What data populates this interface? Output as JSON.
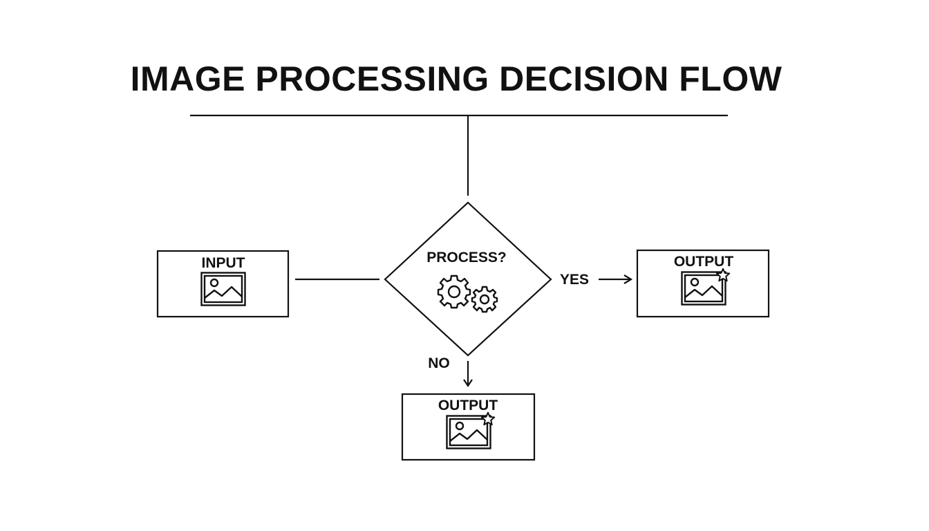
{
  "title": "IMAGE PROCESSING DECISION FLOW",
  "nodes": {
    "input": {
      "label": "INPUT",
      "icon": "image-icon"
    },
    "decision": {
      "label": "PROCESS?",
      "icon": "gears-icon"
    },
    "output_yes": {
      "label": "OUTPUT",
      "icon": "image-star-icon"
    },
    "output_no": {
      "label": "OUTPUT",
      "icon": "image-star-icon"
    }
  },
  "edges": {
    "yes_label": "YES",
    "no_label": "NO"
  },
  "colors": {
    "stroke": "#111111",
    "background": "#ffffff"
  }
}
